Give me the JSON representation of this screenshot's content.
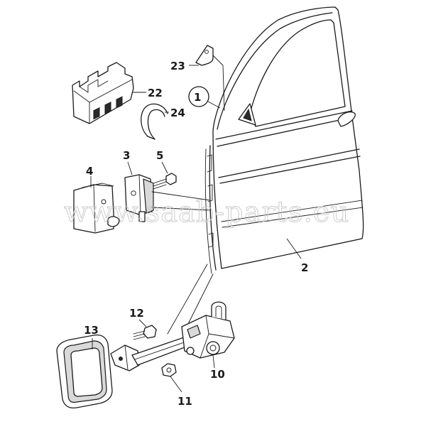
{
  "diagram": {
    "callouts": {
      "p1": "1",
      "p2": "2",
      "p3": "3",
      "p4": "4",
      "p5": "5",
      "p10": "10",
      "p11": "11",
      "p12": "12",
      "p13": "13",
      "p22": "22",
      "p23": "23",
      "p24": "24"
    },
    "watermark": "www.saab-parts.eu"
  }
}
